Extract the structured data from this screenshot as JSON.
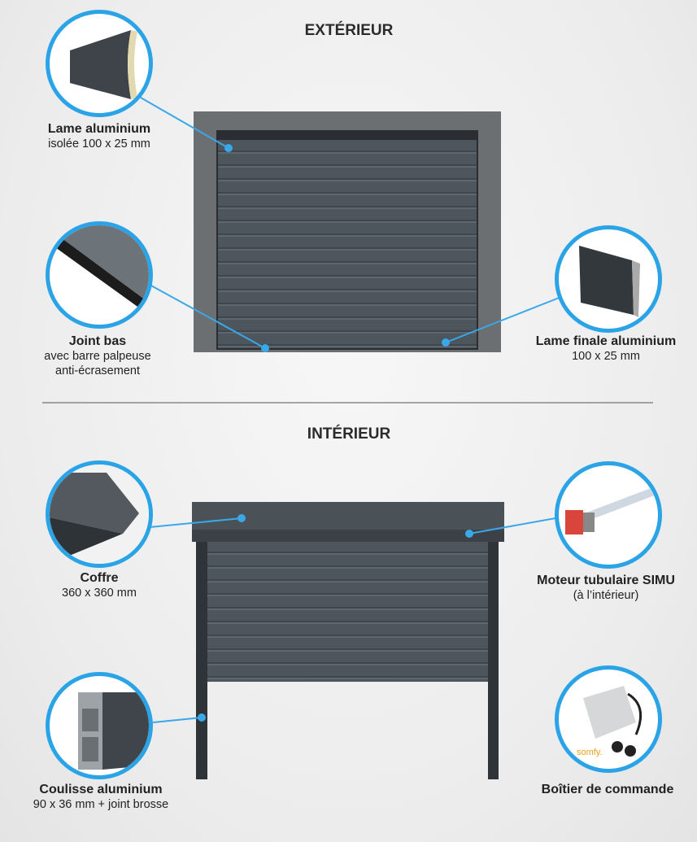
{
  "sections": {
    "exterior_title": "EXTÉRIEUR",
    "interior_title": "INTÉRIEUR"
  },
  "features": {
    "lame": {
      "title": "Lame aluminium",
      "lines": [
        "isolée 100 x 25 mm"
      ]
    },
    "joint": {
      "title": "Joint bas",
      "lines": [
        "avec barre palpeuse",
        "anti-écrasement"
      ]
    },
    "lame_finale": {
      "title": "Lame finale aluminium",
      "lines": [
        "100 x 25 mm"
      ]
    },
    "coffre": {
      "title": "Coffre",
      "lines": [
        "360 x 360 mm"
      ]
    },
    "moteur": {
      "title": "Moteur tubulaire SIMU",
      "lines": [
        "(à l’intérieur)"
      ]
    },
    "coulisse": {
      "title": "Coulisse aluminium",
      "lines": [
        "90 x 36 mm + joint brosse"
      ]
    },
    "boitier": {
      "title": "Boîtier de commande",
      "lines": [],
      "brand_logo": "somfy."
    }
  },
  "colors": {
    "accent": "#2aa3e7",
    "door": "#4a5158",
    "frame": "#6b6e70"
  }
}
